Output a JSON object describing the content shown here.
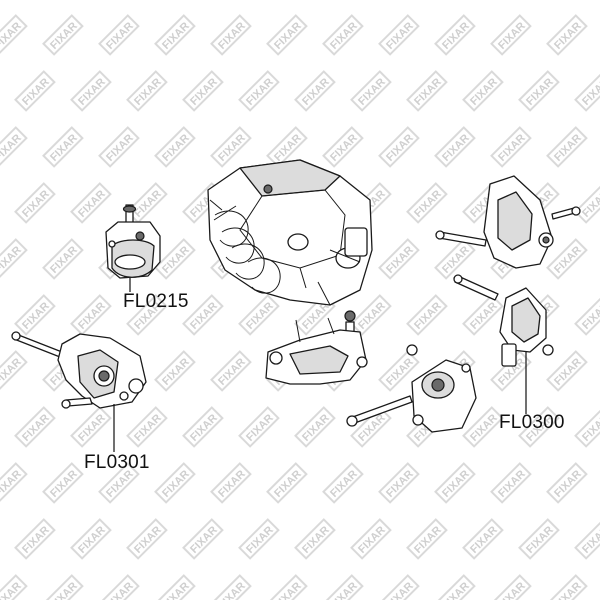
{
  "watermark": {
    "text": "FIXAR",
    "color": "#d4d4d4"
  },
  "callouts": [
    {
      "id": "FL0215",
      "label": "FL0215"
    },
    {
      "id": "FL0301",
      "label": "FL0301"
    },
    {
      "id": "FL0300",
      "label": "FL0300"
    }
  ],
  "colors": {
    "line": "#1a1a1a",
    "label": "#111111",
    "background": "#ffffff"
  }
}
